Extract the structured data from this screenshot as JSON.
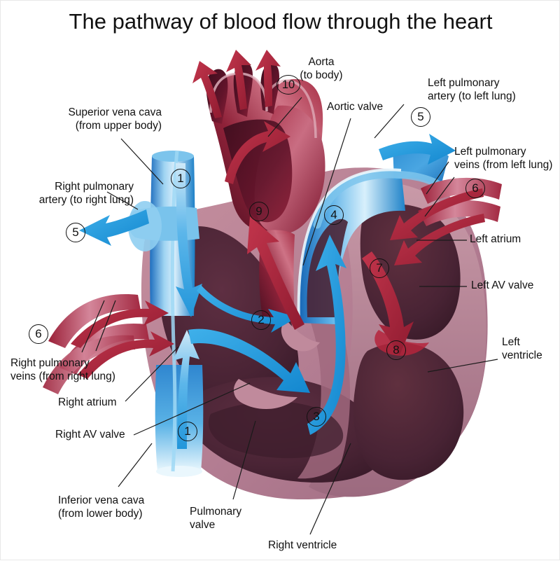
{
  "title": "The pathway of blood flow through the heart",
  "colors": {
    "background": "#ffffff",
    "text": "#111111",
    "leader_line": "#1a1a1a",
    "deoxygenated_blue": "#1d9bd8",
    "blue_vessel_dark": "#1f6fbf",
    "blue_vessel_light": "#cfe9f8",
    "oxygenated_red": "#b5253c",
    "red_vessel_dark": "#5c1126",
    "red_vessel_light": "#d98a9b",
    "myocardium_light": "#c08a9c",
    "myocardium_mid": "#a0697e",
    "chamber_dark": "#4a2435",
    "chamber_deep": "#3a1b2a"
  },
  "labels": [
    {
      "id": "aorta",
      "text": "Aorta\n(to body)"
    },
    {
      "id": "aortic-valve",
      "text": "Aortic valve"
    },
    {
      "id": "left-pulmonary-artery",
      "text": "Left pulmonary\nartery (to left lung)"
    },
    {
      "id": "left-pulmonary-veins",
      "text": "Left pulmonary\nveins (from left lung)"
    },
    {
      "id": "left-atrium",
      "text": "Left atrium"
    },
    {
      "id": "left-av-valve",
      "text": "Left AV valve"
    },
    {
      "id": "left-ventricle",
      "text": "Left\nventricle"
    },
    {
      "id": "superior-vena-cava",
      "text": "Superior vena cava\n(from upper body)"
    },
    {
      "id": "right-pulmonary-artery",
      "text": "Right pulmonary\nartery (to right lung)"
    },
    {
      "id": "right-pulmonary-veins",
      "text": "Right pulmonary\nveins (from right lung)"
    },
    {
      "id": "right-atrium",
      "text": "Right atrium"
    },
    {
      "id": "right-av-valve",
      "text": "Right AV valve"
    },
    {
      "id": "inferior-vena-cava",
      "text": "Inferior vena cava\n(from lower body)"
    },
    {
      "id": "pulmonary-valve",
      "text": "Pulmonary\nvalve"
    },
    {
      "id": "right-ventricle",
      "text": "Right ventricle"
    }
  ],
  "step_markers": [
    {
      "id": "step-1-svc",
      "value": "1"
    },
    {
      "id": "step-1-ivc",
      "value": "1"
    },
    {
      "id": "step-2",
      "value": "2"
    },
    {
      "id": "step-3",
      "value": "3"
    },
    {
      "id": "step-4",
      "value": "4"
    },
    {
      "id": "step-5-right",
      "value": "5"
    },
    {
      "id": "step-5-left",
      "value": "5"
    },
    {
      "id": "step-6-right",
      "value": "6"
    },
    {
      "id": "step-6-left",
      "value": "6"
    },
    {
      "id": "step-7",
      "value": "7"
    },
    {
      "id": "step-8",
      "value": "8"
    },
    {
      "id": "step-9",
      "value": "9"
    },
    {
      "id": "step-10",
      "value": "10"
    }
  ]
}
